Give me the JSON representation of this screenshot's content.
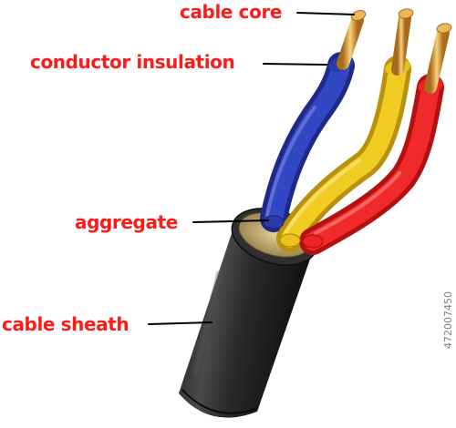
{
  "labels": {
    "cable_core": "cable core",
    "conductor_insulation": "conductor insulation",
    "aggregate": "aggregate",
    "cable_sheath": "cable sheath"
  },
  "stock_id": "472007450",
  "colors": {
    "label_text": "#ff1a1a",
    "leader_line": "#000000",
    "insulation_blue": "#2b3aa8",
    "insulation_yellow": "#e8c21a",
    "insulation_red": "#ee2424",
    "copper": "#d9a441",
    "sheath": "#2c2c2c",
    "filler": "#c9b27a"
  }
}
